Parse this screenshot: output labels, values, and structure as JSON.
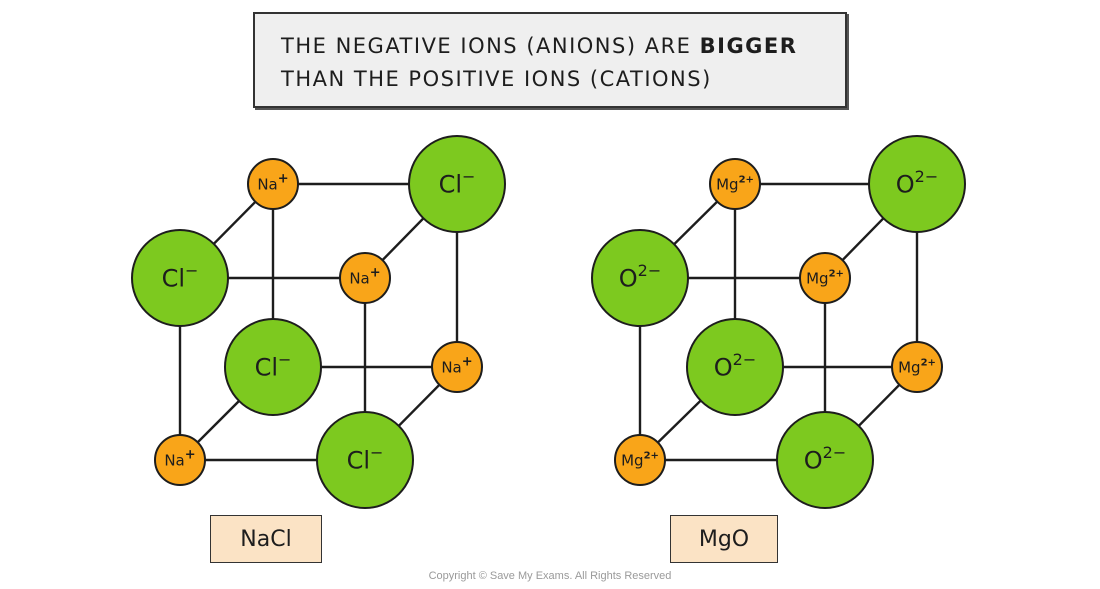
{
  "title": {
    "line1_pre": "THE NEGATIVE IONS (ANIONS) ARE ",
    "line1_bold": "BIGGER",
    "line2": "THAN THE POSITIVE  IONS (CATIONS)"
  },
  "structures": [
    {
      "label": "NaCl",
      "cation": {
        "symbol": "Na",
        "charge": "+"
      },
      "anion": {
        "symbol": "Cl",
        "charge": "−"
      }
    },
    {
      "label": "MgO",
      "cation": {
        "symbol": "Mg",
        "charge": "2+"
      },
      "anion": {
        "symbol": "O",
        "charge": "2−"
      }
    }
  ],
  "colors": {
    "anion_fill": "#7dc91f",
    "cation_fill": "#f9a519",
    "outline": "#1d1d1d",
    "label_bg": "#fbe3c5",
    "title_bg": "#efefef"
  },
  "copyright": "Copyright © Save My Exams. All Rights Reserved"
}
